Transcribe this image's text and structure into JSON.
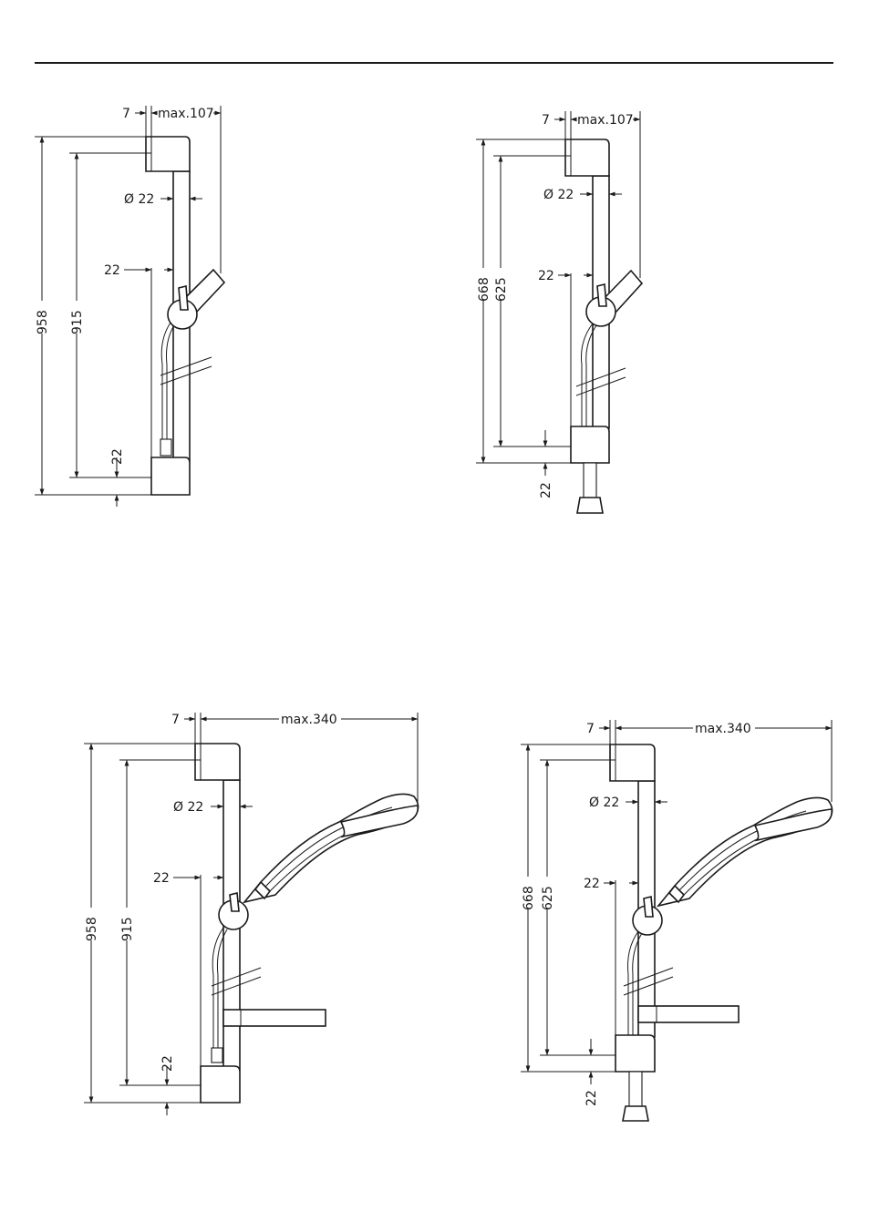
{
  "drawings": [
    {
      "dims": {
        "offset": "7",
        "reach": "max.107",
        "diameter": "Ø 22",
        "bracket": "22",
        "height_total": "958",
        "height_bar": "915",
        "bottom": "22"
      }
    },
    {
      "dims": {
        "offset": "7",
        "reach": "max.107",
        "diameter": "Ø 22",
        "bracket": "22",
        "height_total": "668",
        "height_bar": "625",
        "bottom": "22"
      }
    },
    {
      "dims": {
        "offset": "7",
        "reach": "max.340",
        "diameter": "Ø 22",
        "bracket": "22",
        "height_total": "958",
        "height_bar": "915",
        "bottom": "22"
      }
    },
    {
      "dims": {
        "offset": "7",
        "reach": "max.340",
        "diameter": "Ø 22",
        "bracket": "22",
        "height_total": "668",
        "height_bar": "625",
        "bottom": "22"
      }
    }
  ]
}
